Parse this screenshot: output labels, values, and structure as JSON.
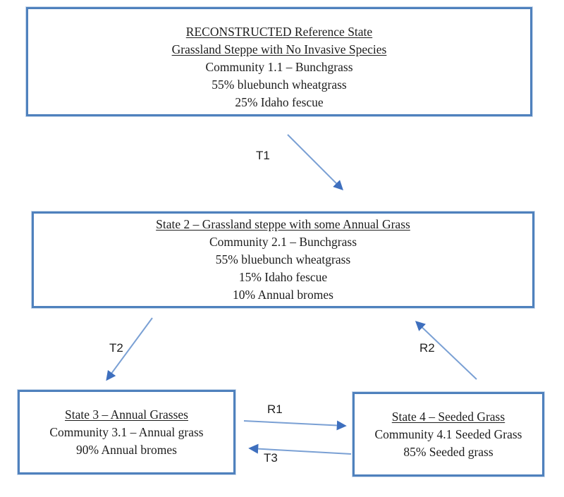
{
  "diagram": {
    "colors": {
      "box_border": "#4f81bd",
      "arrow_line": "#7aa0d4",
      "arrow_head": "#3e6fbe",
      "text": "#1d1d1d",
      "background": "#ffffff"
    },
    "boxes": {
      "reference": {
        "title1": "RECONSTRUCTED Reference State",
        "title2": "Grassland Steppe with No Invasive Species",
        "line1": "Community 1.1 – Bunchgrass",
        "line2": "55% bluebunch wheatgrass",
        "line3": "25% Idaho fescue"
      },
      "state2": {
        "title": "State 2 – Grassland steppe with some Annual Grass",
        "line1": "Community 2.1 – Bunchgrass",
        "line2": "55% bluebunch wheatgrass",
        "line3": "15% Idaho fescue",
        "line4": "10% Annual bromes"
      },
      "state3": {
        "title": "State 3 – Annual Grasses",
        "line1": "Community 3.1 – Annual grass",
        "line2": "90% Annual bromes"
      },
      "state4": {
        "title": "State 4 – Seeded Grass",
        "line1": "Community 4.1 Seeded Grass",
        "line2": "85% Seeded grass"
      }
    },
    "arrow_labels": {
      "t1": "T1",
      "t2": "T2",
      "r1": "R1",
      "t3": "T3",
      "r2": "R2"
    }
  }
}
